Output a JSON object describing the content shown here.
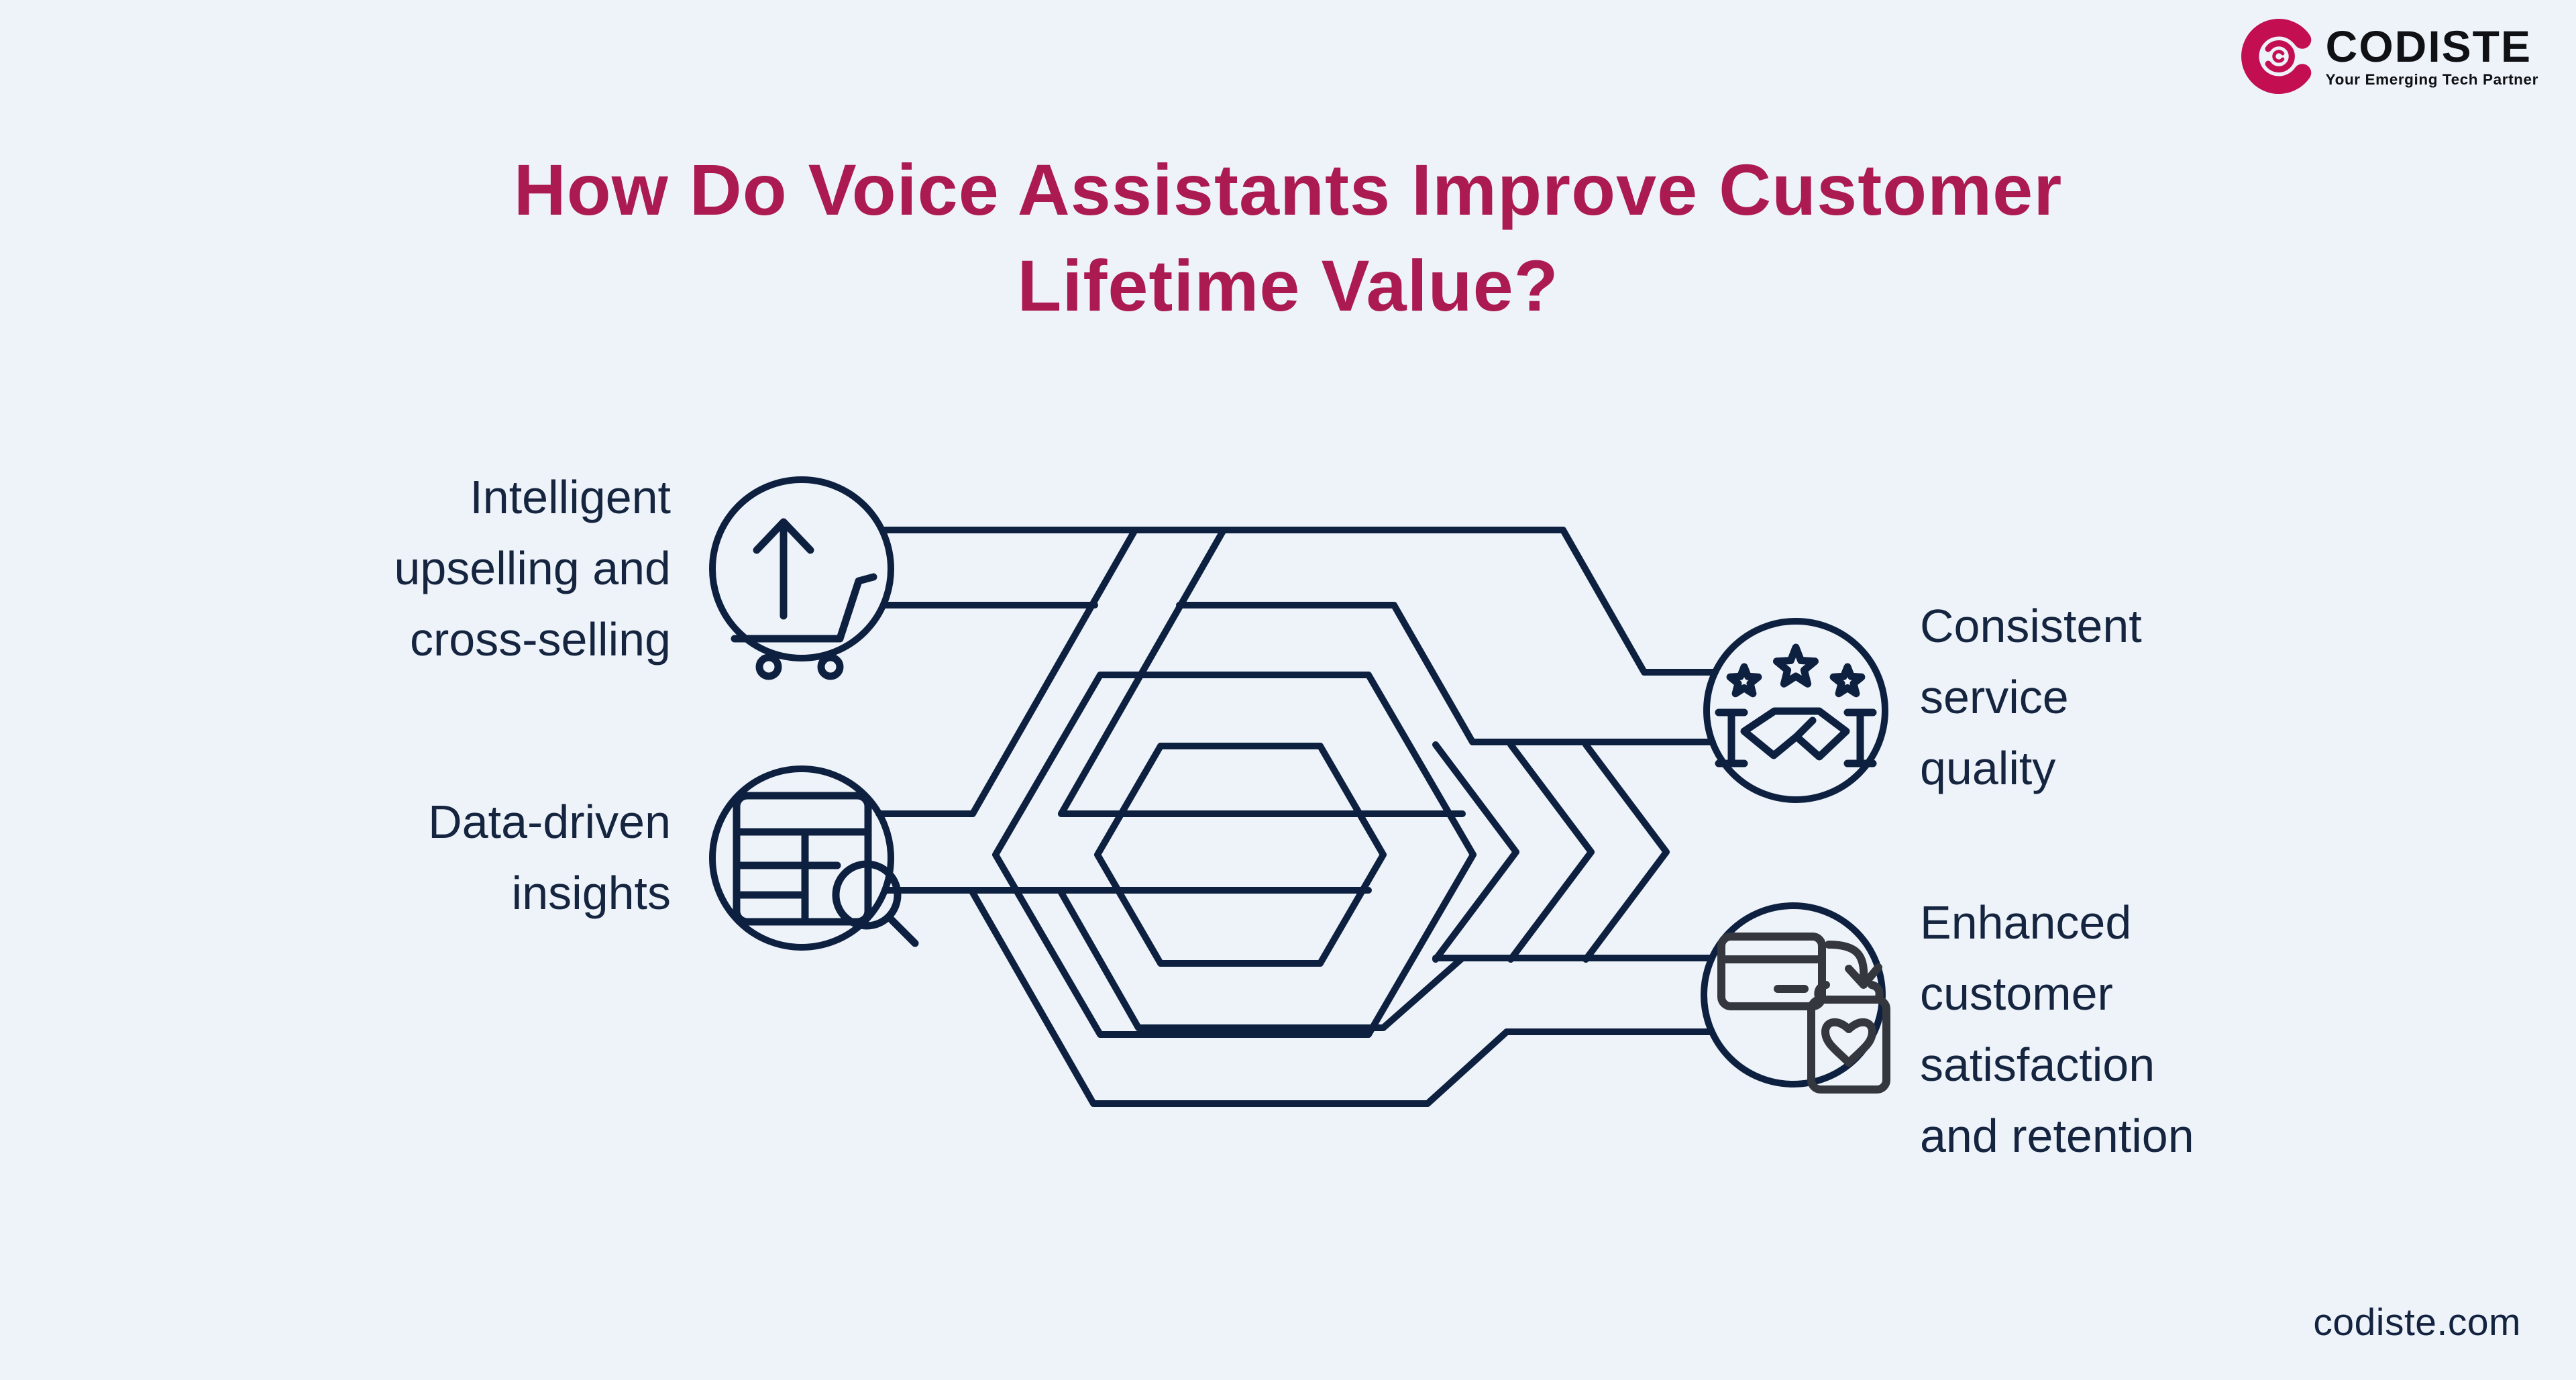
{
  "brand": {
    "name": "CODISTE",
    "tagline": "Your Emerging Tech Partner",
    "mark_color": "#C40E52",
    "text_color": "#101114"
  },
  "title": {
    "line1": "How Do Voice Assistants Improve Customer",
    "line2": "Lifetime Value?",
    "color": "#AC1A52"
  },
  "nodes": [
    {
      "id": "upselling",
      "side": "left",
      "icon": "cart-up-arrow-icon",
      "label": "Intelligent\nupselling and\ncross-selling"
    },
    {
      "id": "insights",
      "side": "left",
      "icon": "data-table-search-icon",
      "label": "Data-driven\ninsights"
    },
    {
      "id": "service",
      "side": "right",
      "icon": "stars-handshake-icon",
      "label": "Consistent\nservice\nquality"
    },
    {
      "id": "satisfaction",
      "side": "right",
      "icon": "card-loyalty-tag-icon",
      "label": "Enhanced\ncustomer\nsatisfaction\nand retention"
    }
  ],
  "diagram": {
    "line_color": "#0E2040",
    "dark_icon_color": "#34383E",
    "background": "#EDF3F9",
    "text_color": "#15243F"
  },
  "footer": {
    "url": "codiste.com"
  }
}
